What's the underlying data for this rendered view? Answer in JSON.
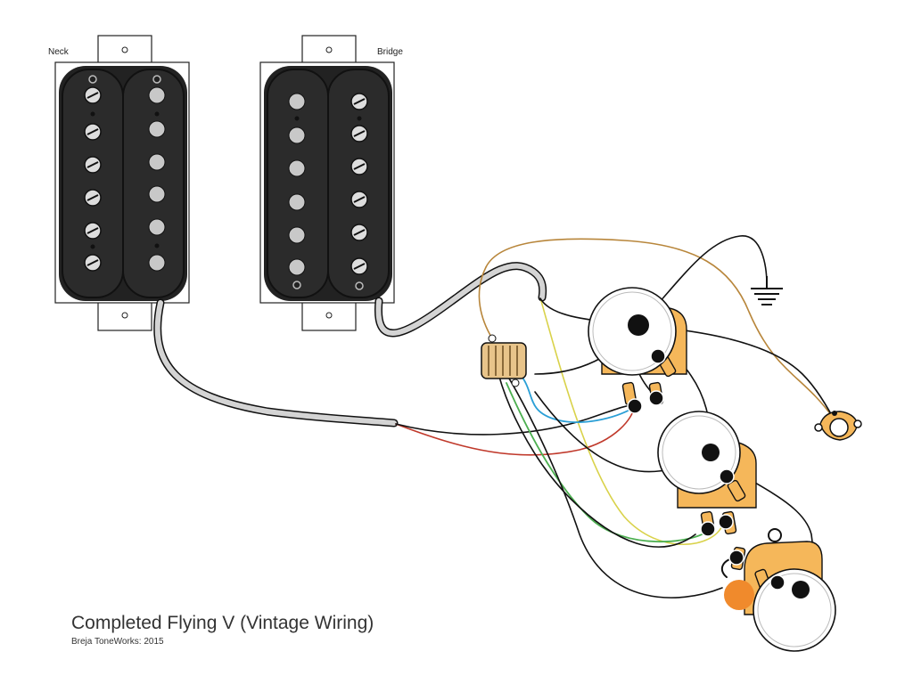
{
  "labels": {
    "neck": "Neck",
    "bridge": "Bridge"
  },
  "title": "Completed Flying V (Vintage Wiring)",
  "credit": "Breja ToneWorks: 2015",
  "colors": {
    "pickup_body": "#222222",
    "pole": "#c8c8c8",
    "pot_lug_plate": "#f5b75a",
    "pot_body": "#ffffff",
    "capacitor": "#f08a2c",
    "wire_black": "#111111",
    "wire_green": "#4caf50",
    "wire_blue": "#2a9fd6",
    "wire_red": "#c0392b",
    "wire_yellow": "#d9d24a",
    "wire_tan": "#b8863b",
    "wire_shield": "#cfcfcf"
  }
}
